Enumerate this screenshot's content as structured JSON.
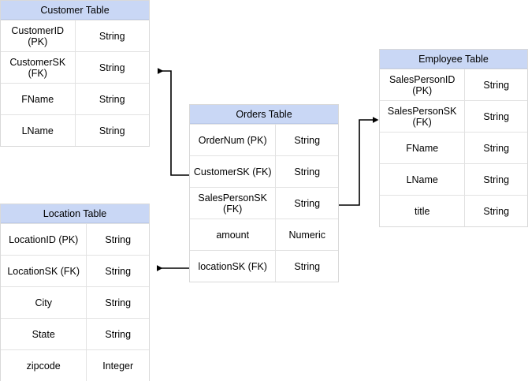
{
  "diagram": {
    "title": "Star schema entity relationship diagram",
    "background_color": "#ffffff",
    "header_fill": "#c9d7f5",
    "border_color": "#d9d9d9",
    "connector_color": "#000000"
  },
  "tables": {
    "customer": {
      "title": "Customer Table",
      "rows": [
        {
          "name": "CustomerID (PK)",
          "type": "String"
        },
        {
          "name": "CustomerSK\n(FK)",
          "type": "String"
        },
        {
          "name": "FName",
          "type": "String"
        },
        {
          "name": "LName",
          "type": "String"
        }
      ]
    },
    "location": {
      "title": "Location Table",
      "rows": [
        {
          "name": "LocationID (PK)",
          "type": "String"
        },
        {
          "name": "LocationSK (FK)",
          "type": "String"
        },
        {
          "name": "City",
          "type": "String"
        },
        {
          "name": "State",
          "type": "String"
        },
        {
          "name": "zipcode",
          "type": "Integer"
        }
      ]
    },
    "orders": {
      "title": "Orders Table",
      "rows": [
        {
          "name": "OrderNum (PK)",
          "type": "String"
        },
        {
          "name": "CustomerSK (FK)",
          "type": "String"
        },
        {
          "name": "SalesPersonSK\n(FK)",
          "type": "String"
        },
        {
          "name": "amount",
          "type": "Numeric"
        },
        {
          "name": "locationSK (FK)",
          "type": "String"
        }
      ]
    },
    "employee": {
      "title": "Employee Table",
      "rows": [
        {
          "name": "SalesPersonID (PK)",
          "type": "String"
        },
        {
          "name": "SalesPersonSK\n(FK)",
          "type": "String"
        },
        {
          "name": "FName",
          "type": "String"
        },
        {
          "name": "LName",
          "type": "String"
        },
        {
          "name": "title",
          "type": "String"
        }
      ]
    }
  },
  "relationships": [
    {
      "id": "orders-customer",
      "from": "orders.CustomerSK (FK)",
      "to": "customer.CustomerSK (FK)",
      "arrow": "end"
    },
    {
      "id": "orders-employee",
      "from": "orders.SalesPersonSK (FK)",
      "to": "employee.SalesPersonSK (FK)",
      "arrow": "end"
    },
    {
      "id": "orders-location",
      "from": "orders.locationSK (FK)",
      "to": "location.LocationSK (FK)",
      "arrow": "end"
    }
  ]
}
